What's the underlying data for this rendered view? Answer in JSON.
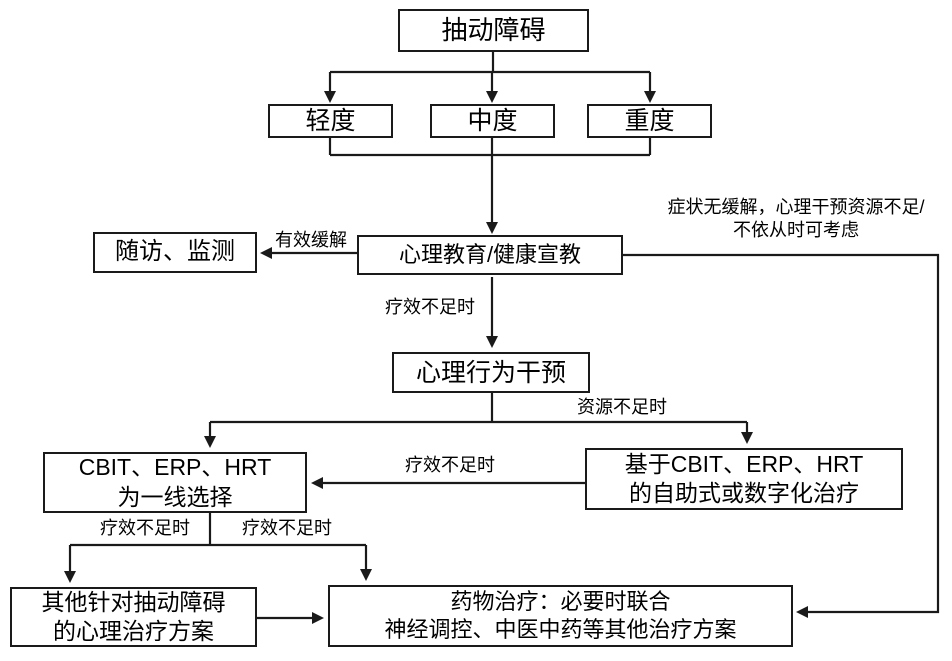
{
  "diagram": {
    "colors": {
      "line": "#1a1a1a",
      "box_border": "#1a1a1a",
      "text": "#000000",
      "background": "#ffffff"
    },
    "nodes": {
      "root": "抽动障碍",
      "mild": "轻度",
      "moderate": "中度",
      "severe": "重度",
      "followup": "随访、监测",
      "psychoeducation": "心理教育/健康宣教",
      "behavioral": "心理行为干预",
      "cbit": "CBIT、ERP、HRT\n为一线选择",
      "digital": "基于CBIT、ERP、HRT\n的自助式或数字化治疗",
      "other": "其他针对抽动障碍\n的心理治疗方案",
      "medication": "药物治疗：必要时联合\n神经调控、中医中药等其他治疗方案"
    },
    "labels": {
      "effective_relief": "有效缓解",
      "no_relief_note": "症状无缓解，心理干预资源不足/\n不依从时可考虑",
      "efficacy_psychoed": "疗效不足时",
      "resources_low": "资源不足时",
      "efficacy_digital": "疗效不足时",
      "efficacy_cbit_left": "疗效不足时",
      "efficacy_cbit_right": "疗效不足时"
    }
  }
}
